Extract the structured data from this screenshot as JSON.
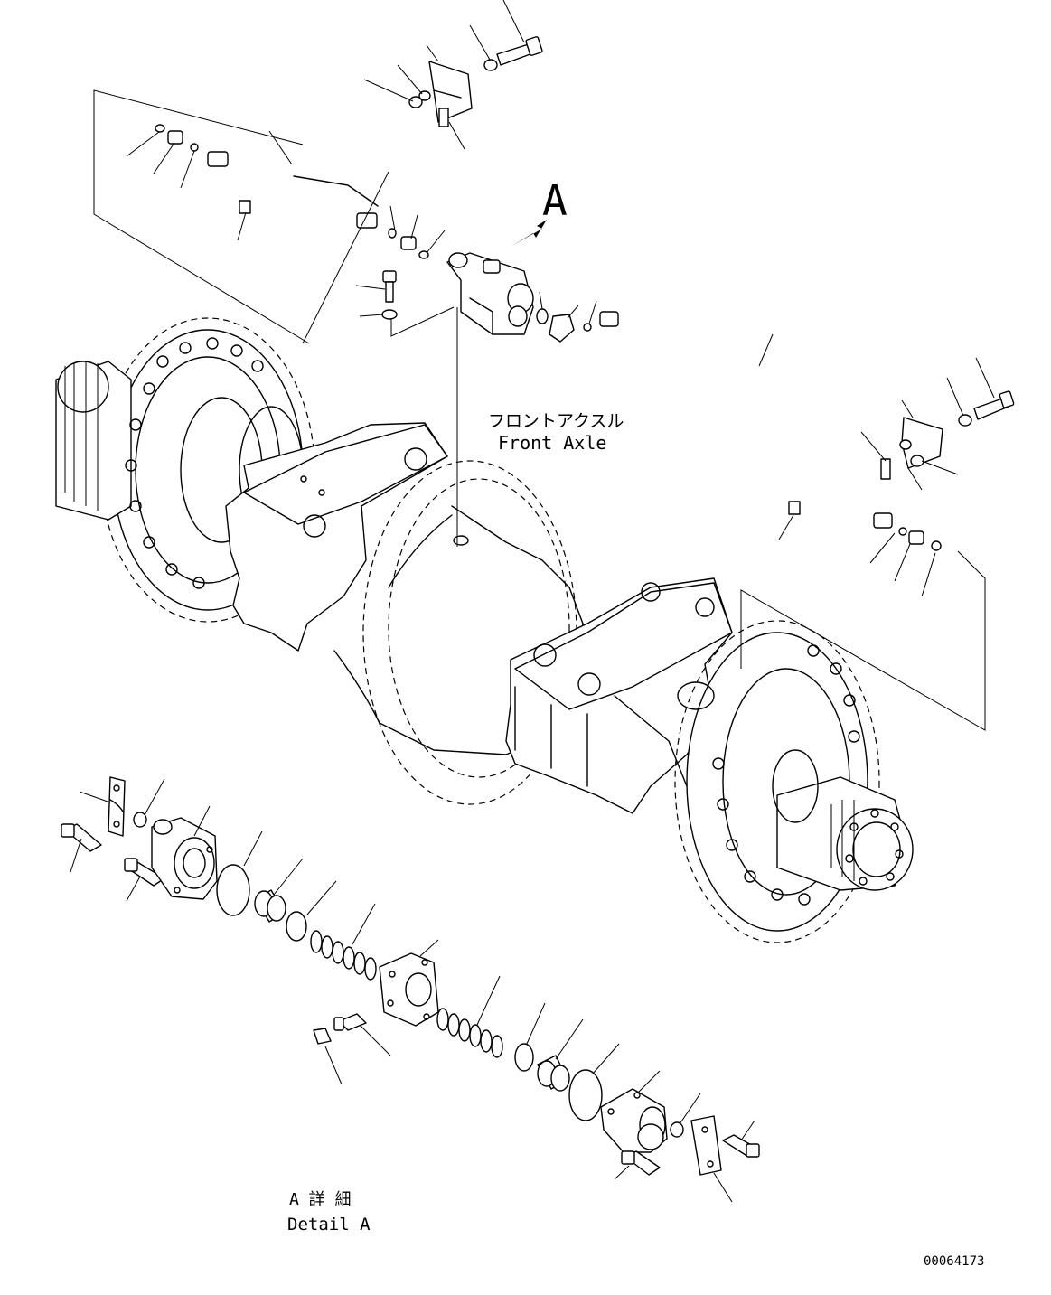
{
  "labels": {
    "view_marker": "A",
    "front_axle_jp": "フロントアクスル",
    "front_axle_en": "Front Axle",
    "detail_jp": "A 詳 細",
    "detail_en": "Detail A",
    "drawing_number": "00064173"
  }
}
